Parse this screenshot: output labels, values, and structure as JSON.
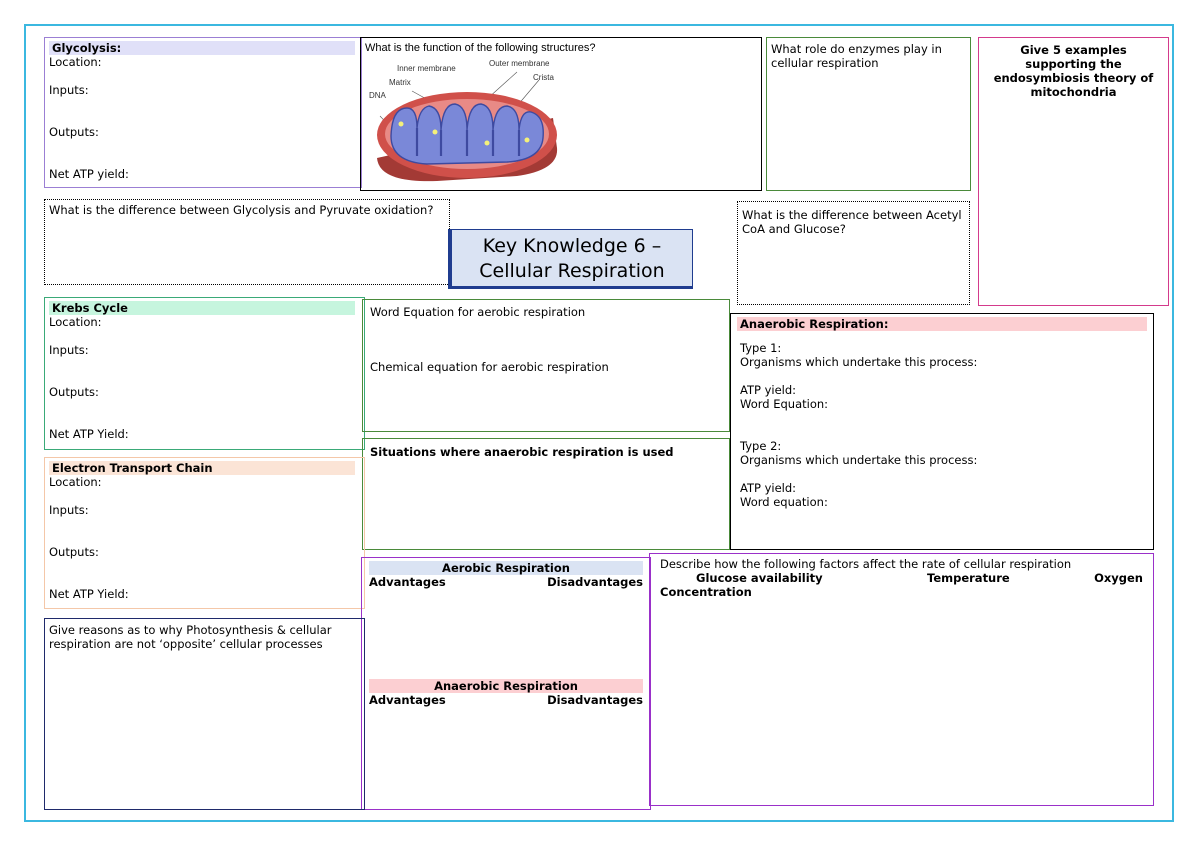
{
  "title": {
    "line1": "Key Knowledge 6 –",
    "line2": "Cellular Respiration"
  },
  "glycolysis": {
    "header": "Glycolysis:",
    "location": "Location:",
    "inputs": "Inputs:",
    "outputs": "Outputs:",
    "net_atp": "Net ATP yield:"
  },
  "structures": {
    "question": "What is the function of the following structures?",
    "labels": {
      "inner_membrane": "Inner membrane",
      "outer_membrane": "Outer membrane",
      "crista": "Crista",
      "matrix": "Matrix",
      "dna": "DNA"
    }
  },
  "enzymes": {
    "question": "What role do enzymes play in cellular respiration"
  },
  "endosymbiosis": {
    "question": "Give 5 examples supporting the endosymbiosis theory of mitochondria"
  },
  "glyc_vs_pyruvate": {
    "question": "What is the difference between Glycolysis and Pyruvate oxidation?"
  },
  "acetyl_vs_glucose": {
    "question": "What is the difference between Acetyl CoA and Glucose?"
  },
  "krebs": {
    "header": "Krebs Cycle",
    "location": "Location:",
    "inputs": "Inputs:",
    "outputs": "Outputs:",
    "net_atp": "Net ATP Yield:"
  },
  "equations": {
    "word": "Word Equation for aerobic respiration",
    "chemical": "Chemical equation for aerobic respiration"
  },
  "anaerobic": {
    "header": "Anaerobic Respiration:",
    "type1": "Type 1:",
    "organisms1": "Organisms which undertake this process:",
    "atp1": "ATP yield:",
    "word1": "Word Equation:",
    "type2": "Type 2:",
    "organisms2": "Organisms which undertake this process:",
    "atp2": "ATP yield:",
    "word2": "Word equation:"
  },
  "etc": {
    "header": "Electron Transport Chain",
    "location": "Location:",
    "inputs": "Inputs:",
    "outputs": "Outputs:",
    "net_atp": "Net ATP Yield:"
  },
  "situations": {
    "header": "Situations where anaerobic respiration is used"
  },
  "photosynthesis": {
    "question": "Give reasons as to why Photosynthesis & cellular respiration are not ‘opposite’ cellular processes"
  },
  "adv": {
    "aerobic_header": "Aerobic Respiration",
    "aerobic_adv": "Advantages",
    "aerobic_dis": "Disadvantages",
    "anaerobic_header": "Anaerobic Respiration",
    "anaerobic_adv": "Advantages",
    "anaerobic_dis": "Disadvantages"
  },
  "factors": {
    "question": "Describe how the following factors affect the rate of cellular respiration",
    "f1": "Glucose availability",
    "f2": "Temperature",
    "f3": "Oxygen",
    "f3b": "Concentration"
  },
  "colors": {
    "frame": "#3bb8e0",
    "glycolysis_border": "#9b7fd4",
    "glycolysis_fill": "#e0e0f8",
    "krebs_border": "#3aaa78",
    "krebs_fill": "#c6f5de",
    "etc_border": "#f4c7a8",
    "etc_fill": "#fbe4d6",
    "green_border": "#4a8a3a",
    "pink_border": "#d43a8c",
    "purple_border": "#9a30c9",
    "navy_border": "#1f2a6b",
    "anaerobic_fill": "#fccfd2",
    "aerobic_fill": "#dae3f3"
  }
}
